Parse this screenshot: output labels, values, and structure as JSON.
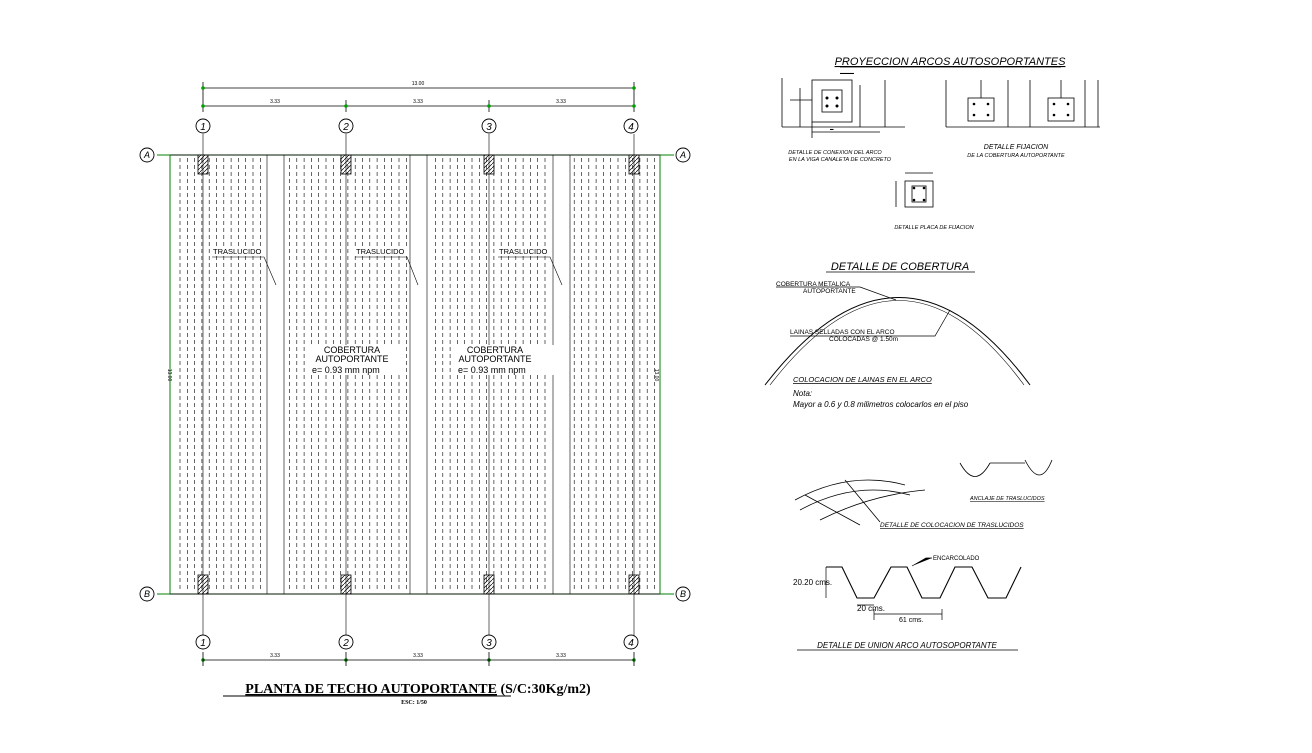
{
  "plan": {
    "grid_columns": [
      "1",
      "2",
      "3",
      "4"
    ],
    "grid_rows": [
      "A",
      "B"
    ],
    "dim_total": "13.00",
    "dim_bays": [
      "3.33",
      "3.33",
      "3.33"
    ],
    "dim_bays_bottom": [
      "3.33",
      "3.33",
      "3.33"
    ],
    "dim_side": "13.00",
    "translucent_labels": [
      "TRASLUCIDO",
      "TRASLUCIDO",
      "TRASLUCIDO"
    ],
    "cover_label_line1": "COBERTURA",
    "cover_label_line2": "AUTOPORTANTE",
    "cover_label_spec_a": "e= 0.93 mm npm",
    "cover_label_spec_b": "e= 0.93 mm   npm",
    "title": "PLANTA DE TECHO AUTOPORTANTE",
    "title_suffix": "(S/C:30Kg/m2)",
    "scale": "ESC: 1/50"
  },
  "details": {
    "proyeccion_title": "PROYECCION ARCOS AUTOSOPORTANTES",
    "conexion_label_1": "DETALLE DE CONEXION DEL ARCO",
    "conexion_label_2": "EN LA VIGA CANALETA DE CONCRETO",
    "fijacion_label_1": "DETALLE FIJACION",
    "fijacion_label_2": "DE LA COBERTURA AUTOPORTANTE",
    "placa_label": "DETALLE PLACA DE FIJACION",
    "cobertura_title": "DETALLE DE COBERTURA",
    "cobertura_metalica_1": "COBERTURA METALICA",
    "cobertura_metalica_2": "AUTOPORTANTE",
    "lainas_1": "LAINAS SELLADAS CON EL ARCO",
    "lainas_2": "COLOCADAS @ 1.50m",
    "colocacion_lainas": "COLOCACION DE LAINAS EN EL ARCO",
    "note_title": "Nota:",
    "note_text": "Mayor a 0.6 y 0.8 milimetros colocarlos en el piso",
    "traslucidos_label": "DETALLE DE COLOCACION DE TRASLUCIDOS",
    "anclaje_label": "ANCLAJE DE TRASLUCIDOS",
    "union_title": "DETALLE DE UNION ARCO AUTOSOPORTANTE",
    "encarcolado": "ENCARCOLADO",
    "dim_height": "20.20 cms.",
    "dim_base": "20 cms.",
    "dim_pitch": "61 cms."
  },
  "colors": {
    "line": "#000000",
    "grid": "#008000"
  }
}
